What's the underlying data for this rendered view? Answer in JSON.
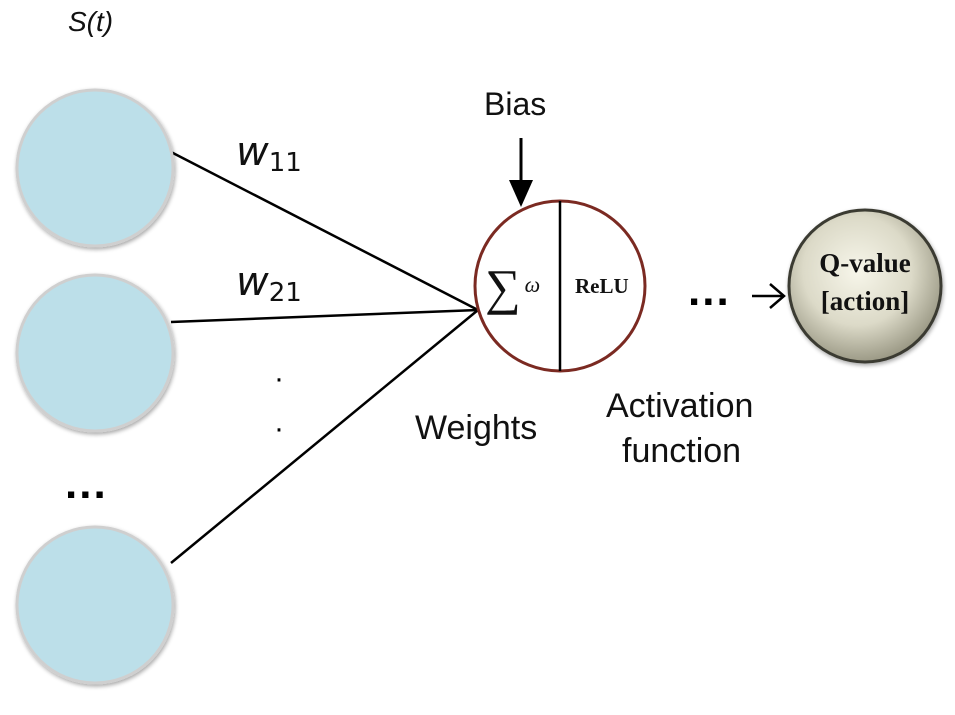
{
  "diagram": {
    "input_label": "S(t)",
    "weights": [
      {
        "symbol": "w",
        "subscript": "11"
      },
      {
        "symbol": "w",
        "subscript": "21"
      }
    ],
    "input_ellipsis": "...",
    "weight_dots": [
      "·",
      "·"
    ],
    "bias_label": "Bias",
    "neuron": {
      "sum_symbol": "∑",
      "sum_subscript": "ω",
      "activation_label": "ReLU"
    },
    "weights_label": "Weights",
    "activation_caption_line1": "Activation",
    "activation_caption_line2": "function",
    "output_dots": "...",
    "output": {
      "line1": "Q-value",
      "line2": "[action]"
    },
    "colors": {
      "input_node_fill": "#bcdfe9",
      "input_node_stroke": "#d2d2d2",
      "neuron_stroke": "#7b2a22",
      "output_fill": "#d8d6c4",
      "output_stroke": "#3a3a30",
      "line": "#000000"
    }
  }
}
